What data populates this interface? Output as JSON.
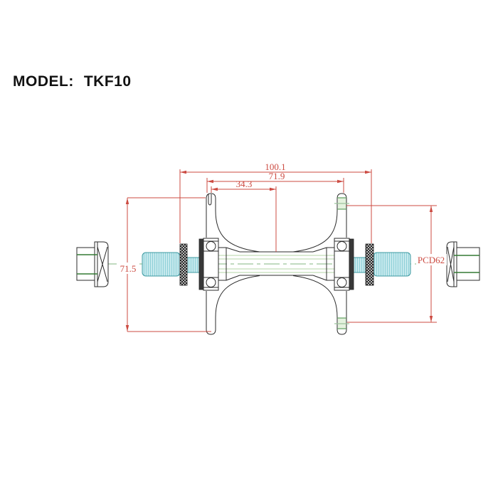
{
  "title": {
    "label": "MODEL:",
    "value": "TKF10"
  },
  "dimensions": {
    "overall_locknut_width": "100.1",
    "flange_to_flange": "71.9",
    "center_to_flange": "34.3",
    "left_flange_pcd": "71.5",
    "right_flange_pcd": "PCD62"
  },
  "colors": {
    "dimension_red": "#cc4b42",
    "axle_fill_cyan": "#c8eaee",
    "axle_hatch": "#85ccd4",
    "axle_border_teal": "#3d9aa1",
    "bolt_line_green": "#337a33",
    "centerline_pale_green": "#9cc39b",
    "slot_green": "#5f9e5f",
    "outline": "#2b2b2b",
    "background": "#ffffff"
  }
}
